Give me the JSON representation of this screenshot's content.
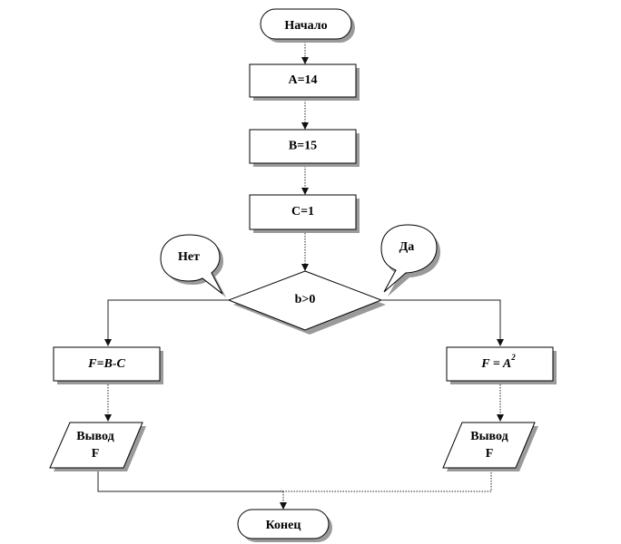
{
  "flowchart": {
    "start": "Начало",
    "assign_a": "A=14",
    "assign_b": "B=15",
    "assign_c": "C=1",
    "condition": "b>0",
    "callout_no": "Нет",
    "callout_yes": "Да",
    "left_process": "F=B-C",
    "right_process": {
      "lhs": "F = A",
      "exponent": "2"
    },
    "left_output": {
      "line1": "Вывод",
      "line2": "F"
    },
    "right_output": {
      "line1": "Вывод",
      "line2": "F"
    },
    "end": "Конец"
  }
}
